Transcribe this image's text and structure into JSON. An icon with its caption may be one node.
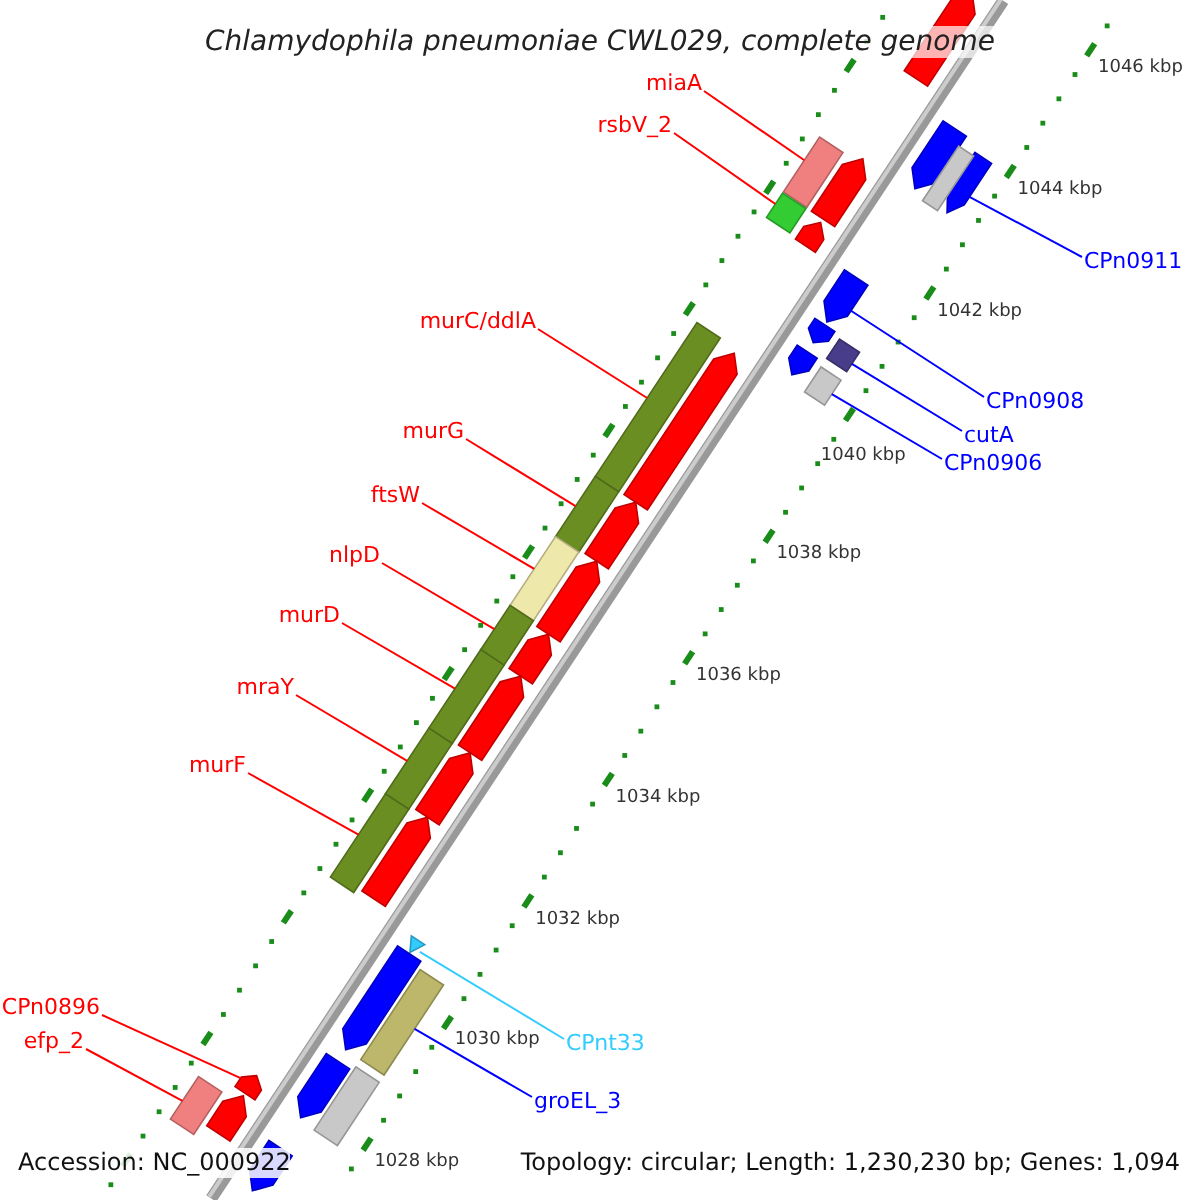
{
  "diagram": {
    "title": "Chlamydophila pneumoniae CWL029, complete genome",
    "nodes": [
      {
        "text": [
          "miaA"
        ]
      },
      {
        "text": [
          "rsbV_2"
        ]
      },
      {
        "text": [
          "CPn0911"
        ]
      },
      {
        "text": [
          "CPn0908"
        ]
      },
      {
        "text": [
          "cutA"
        ]
      },
      {
        "text": [
          "CPn0906"
        ]
      },
      {
        "text": [
          "murC/ddlA"
        ]
      },
      {
        "text": [
          "murG"
        ]
      },
      {
        "text": [
          "ftsW"
        ]
      },
      {
        "text": [
          "nlpD"
        ]
      },
      {
        "text": [
          "murD"
        ]
      },
      {
        "text": [
          "mraY"
        ]
      },
      {
        "text": [
          "murF"
        ]
      },
      {
        "text": [
          "CPnt33"
        ]
      },
      {
        "text": [
          "groEL_3"
        ]
      },
      {
        "text": [
          "CPn0896"
        ]
      },
      {
        "text": [
          "efp_2"
        ]
      },
      {
        "text": [],
        "shape": "bar"
      },
      {
        "text": [],
        "shape": "bar"
      },
      {
        "text": [],
        "shape": "arrow"
      },
      {
        "text": [],
        "shape": "arrow"
      },
      {
        "text": [],
        "shape": "bar"
      },
      {
        "text": [],
        "shape": "bar"
      },
      {
        "text": [],
        "shape": "bar"
      },
      {
        "text": [],
        "shape": "bar"
      },
      {
        "text": [],
        "shape": "bar"
      },
      {
        "text": [],
        "shape": "bar"
      },
      {
        "text": [],
        "shape": "bar"
      },
      {
        "text": [],
        "shape": "bar"
      },
      {
        "text": [],
        "shape": "bar"
      },
      {
        "text": [],
        "shape": "triangle"
      },
      {
        "text": [],
        "shape": "bar"
      },
      {
        "text": [],
        "shape": "arrow"
      },
      {
        "text": [],
        "shape": "bar"
      },
      {
        "text": [],
        "shape": "arrow"
      },
      {
        "text": [],
        "shape": "arrow"
      },
      {
        "text": [],
        "shape": "arrow"
      },
      {
        "text": [],
        "shape": "arrow"
      },
      {
        "text": [],
        "shape": "bar"
      },
      {
        "text": [],
        "shape": "arrow"
      },
      {
        "text": [],
        "shape": "arrow"
      },
      {
        "text": [],
        "shape": "arrow"
      },
      {
        "text": [],
        "shape": "arrow"
      },
      {
        "text": [],
        "shape": "arrow"
      },
      {
        "text": [],
        "shape": "arrow"
      },
      {
        "text": [],
        "shape": "arrow"
      },
      {
        "text": [],
        "shape": "arrow"
      },
      {
        "text": [],
        "shape": "arrow"
      },
      {
        "text": [],
        "shape": "arrow"
      },
      {
        "text": [],
        "shape": "arrow"
      },
      {
        "text": [],
        "shape": "bar"
      },
      {
        "text": [],
        "shape": "arrow"
      },
      {
        "text": [],
        "shape": "arrow"
      }
    ],
    "edges": [
      {
        "from": 0,
        "to": 17,
        "arrow": "none"
      },
      {
        "from": 1,
        "to": 18,
        "arrow": "none"
      },
      {
        "from": 2,
        "to": 19,
        "arrow": "none",
        "color": "#0000ff"
      },
      {
        "from": 3,
        "to": 20,
        "arrow": "none",
        "color": "#0000ff"
      },
      {
        "from": 4,
        "to": 21,
        "arrow": "none",
        "color": "#0000ff"
      },
      {
        "from": 5,
        "to": 22,
        "arrow": "none",
        "color": "#0000ff"
      },
      {
        "from": 6,
        "to": 23,
        "arrow": "none"
      },
      {
        "from": 7,
        "to": 24,
        "arrow": "none"
      },
      {
        "from": 8,
        "to": 25,
        "arrow": "none"
      },
      {
        "from": 9,
        "to": 26,
        "arrow": "none"
      },
      {
        "from": 10,
        "to": 27,
        "arrow": "none"
      },
      {
        "from": 11,
        "to": 28,
        "arrow": "none"
      },
      {
        "from": 12,
        "to": 29,
        "arrow": "none"
      },
      {
        "from": 13,
        "to": 30,
        "arrow": "none",
        "color": "#33ccff"
      },
      {
        "from": 14,
        "to": 31,
        "arrow": "none",
        "color": "#0000ff"
      },
      {
        "from": 15,
        "to": 32,
        "arrow": "none"
      },
      {
        "from": 16,
        "to": 33,
        "arrow": "none"
      }
    ],
    "labels": [
      "1046 kbp",
      "1044 kbp",
      "1042 kbp",
      "1040 kbp",
      "1038 kbp",
      "1036 kbp",
      "1034 kbp",
      "1032 kbp",
      "1030 kbp",
      "1028 kbp",
      "Accession: NC_000922",
      "Topology: circular; Length: 1,230,230 bp; Genes: 1,094"
    ]
  }
}
